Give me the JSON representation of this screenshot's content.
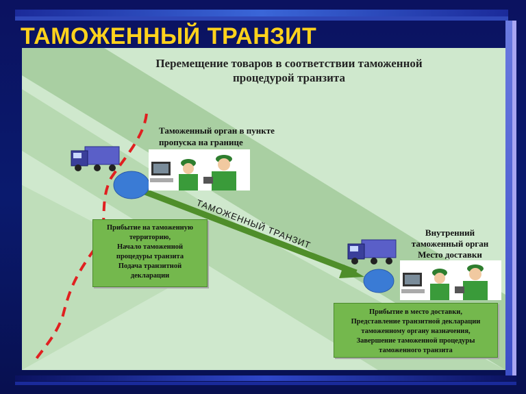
{
  "slide": {
    "title": "ТАМОЖЕННЫЙ ТРАНЗИТ",
    "subtitle_line1": "Перемещение товаров в соответствии таможенной",
    "subtitle_line2": "процедурой транзита",
    "border_label_line1": "Таможенный орган в пункте",
    "border_label_line2": "пропуска на границе",
    "arrow_label": "ТАМОЖЕННЫЙ ТРАНЗИТ",
    "inner_label_line1": "Внутренний",
    "inner_label_line2": "таможенный орган",
    "inner_label_line3": "Место доставки",
    "left_box": [
      "Прибытие на таможенную",
      "территорию,",
      "Начало таможенной",
      "процедуры транзита",
      "Подача транзитной",
      "декларации"
    ],
    "right_box": [
      "Прибытие в место доставки,",
      "Представление транзитной декларации",
      "таможенному органу назначения,",
      "Завершение таможенной процедуры",
      "таможенного транзита"
    ]
  },
  "colors": {
    "title": "#ffd21c",
    "panel": "#cfe8cd",
    "box": "#74b84d",
    "arrow": "#4f8e2a",
    "circle": "#3a7bd5",
    "border_line": "#e02020"
  },
  "icons": [
    "truck-icon",
    "customs-officer-icon",
    "computer-monitor-icon"
  ]
}
